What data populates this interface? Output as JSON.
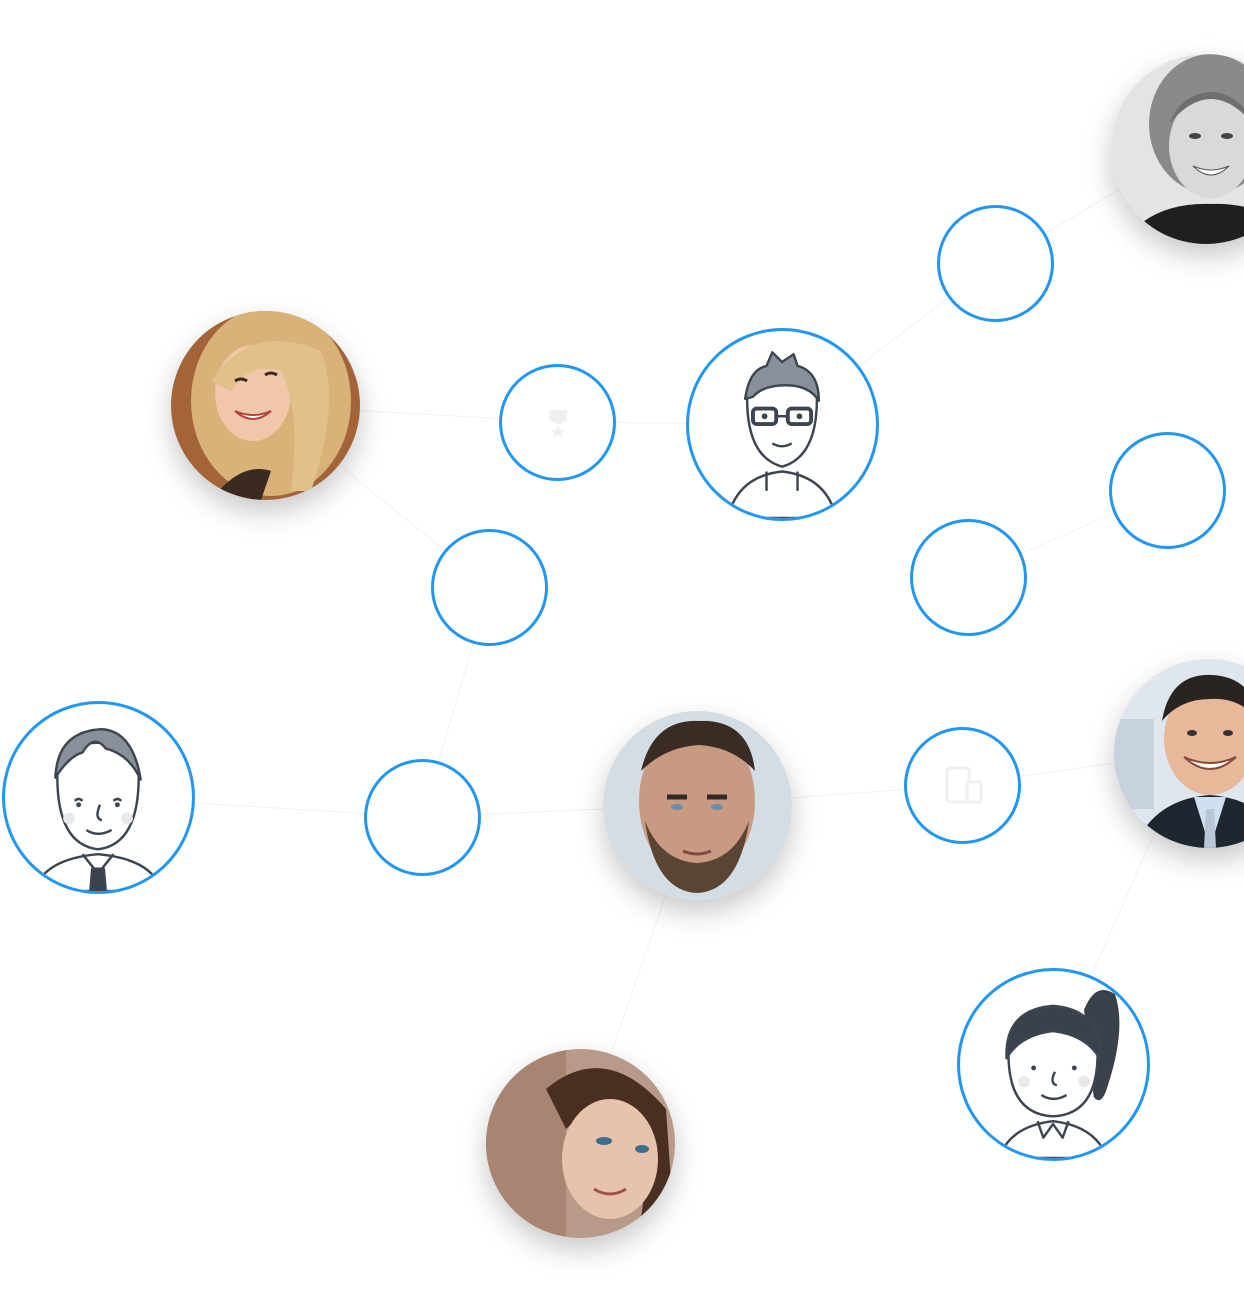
{
  "colors": {
    "ring": "#2196f3",
    "connector": "#eef2f6",
    "illustration_stroke": "#3d4550",
    "illustration_dark": "#3b414a",
    "cheek": "#e9e9eb",
    "glyph": "#efefef"
  },
  "avatars": [
    {
      "kind": "photo",
      "id": "woman-smiling-grayscale",
      "icon": "user-photo-icon"
    },
    {
      "kind": "photo",
      "id": "woman-winking-blonde",
      "icon": "user-photo-icon"
    },
    {
      "kind": "illustration",
      "id": "man-with-glasses",
      "icon": "avatar-glasses-icon"
    },
    {
      "kind": "illustration",
      "id": "man-in-tie",
      "icon": "avatar-tie-icon"
    },
    {
      "kind": "photo",
      "id": "bearded-man",
      "icon": "user-photo-icon"
    },
    {
      "kind": "photo",
      "id": "businessman-smiling",
      "icon": "user-photo-icon"
    },
    {
      "kind": "illustration",
      "id": "woman-ponytail",
      "icon": "avatar-ponytail-icon"
    },
    {
      "kind": "photo",
      "id": "woman-blue-eyes",
      "icon": "user-photo-icon"
    }
  ],
  "empty_circles": [
    {
      "icon": "none"
    },
    {
      "icon": "award-star-icon"
    },
    {
      "icon": "none"
    },
    {
      "icon": "none"
    },
    {
      "icon": "none"
    },
    {
      "icon": "none"
    },
    {
      "icon": "devices-icon"
    }
  ]
}
